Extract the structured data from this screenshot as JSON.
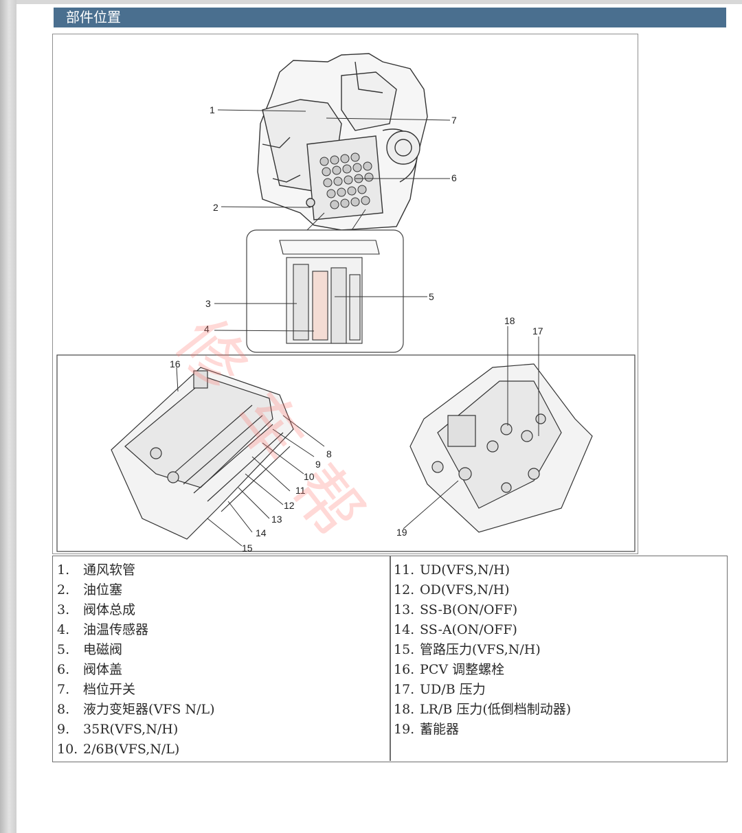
{
  "header": {
    "title": "部件位置"
  },
  "figure": {
    "callouts": [
      "1",
      "2",
      "3",
      "4",
      "5",
      "6",
      "7",
      "8",
      "9",
      "10",
      "11",
      "12",
      "13",
      "14",
      "15",
      "16",
      "17",
      "18",
      "19"
    ]
  },
  "parts": {
    "left": [
      {
        "num": "1.",
        "label": "通风软管"
      },
      {
        "num": "2.",
        "label": "油位塞"
      },
      {
        "num": "3.",
        "label": "阀体总成"
      },
      {
        "num": "4.",
        "label": "油温传感器"
      },
      {
        "num": "5.",
        "label": "电磁阀"
      },
      {
        "num": "6.",
        "label": "阀体盖"
      },
      {
        "num": "7.",
        "label": "档位开关"
      },
      {
        "num": "8.",
        "label": "液力变矩器(VFS N/L)"
      },
      {
        "num": "9.",
        "label": "35R(VFS,N/H)"
      },
      {
        "num": "10.",
        "label": " 2/6B(VFS,N/L)"
      }
    ],
    "right": [
      {
        "num": "11.",
        "label": "UD(VFS,N/H)"
      },
      {
        "num": "12.",
        "label": "OD(VFS,N/H)"
      },
      {
        "num": "13.",
        "label": "SS-B(ON/OFF)"
      },
      {
        "num": "14.",
        "label": "SS-A(ON/OFF)"
      },
      {
        "num": "15.",
        "label": "管路压力(VFS,N/H)"
      },
      {
        "num": "16.",
        "label": "PCV 调整螺栓"
      },
      {
        "num": "17.",
        "label": "UD/B 压力"
      },
      {
        "num": "18.",
        "label": "LR/B 压力(低倒档制动器)"
      },
      {
        "num": "19.",
        "label": "蓄能器"
      }
    ]
  },
  "watermark": {
    "text": "修车帮"
  }
}
